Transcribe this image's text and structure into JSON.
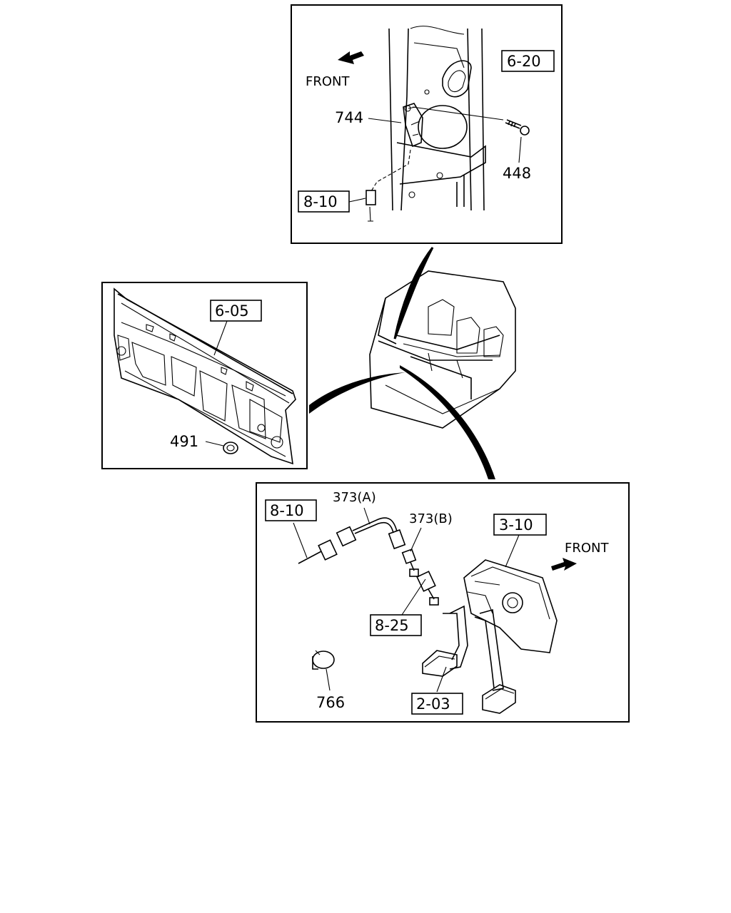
{
  "panels": {
    "top": {
      "front_label": "FRONT",
      "callouts": [
        {
          "text": "6-20",
          "boxed": true
        },
        {
          "text": "744",
          "boxed": false
        },
        {
          "text": "448",
          "boxed": false
        },
        {
          "text": "8-10",
          "boxed": true
        }
      ]
    },
    "left": {
      "callouts": [
        {
          "text": "6-05",
          "boxed": true
        },
        {
          "text": "491",
          "boxed": false
        }
      ]
    },
    "bottom": {
      "front_label": "FRONT",
      "callouts": [
        {
          "text": "8-10",
          "boxed": true
        },
        {
          "text": "373(A)",
          "boxed": false
        },
        {
          "text": "373(B)",
          "boxed": false
        },
        {
          "text": "3-10",
          "boxed": true
        },
        {
          "text": "8-25",
          "boxed": true
        },
        {
          "text": "766",
          "boxed": false
        },
        {
          "text": "2-03",
          "boxed": true
        }
      ]
    }
  }
}
